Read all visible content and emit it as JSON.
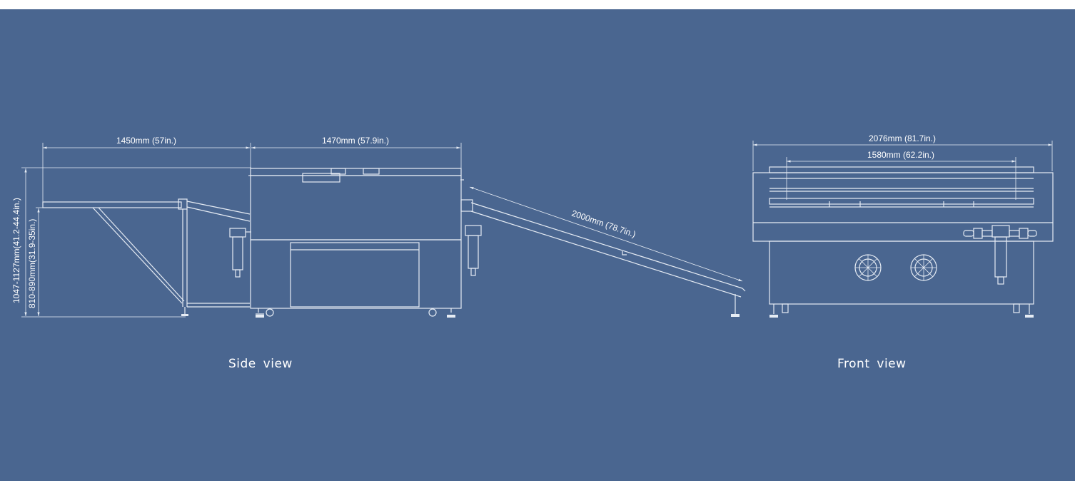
{
  "colors": {
    "background": "#4a6690",
    "page": "#ffffff",
    "line": "#e6ecf4"
  },
  "side_view": {
    "caption": "Side view",
    "dims": {
      "infeed_length": "1450mm (57in.)",
      "body_length": "1470mm (57.9in.)",
      "outfeed_length": "2000mm (78.7in.)",
      "total_height": "1047-1127mm(41.2-44.4in.)",
      "table_height": "810-890mm(31.9-35in.)"
    }
  },
  "front_view": {
    "caption": "Front view",
    "dims": {
      "total_width": "2076mm (81.7in.)",
      "inner_width": "1580mm (62.2in.)"
    }
  }
}
